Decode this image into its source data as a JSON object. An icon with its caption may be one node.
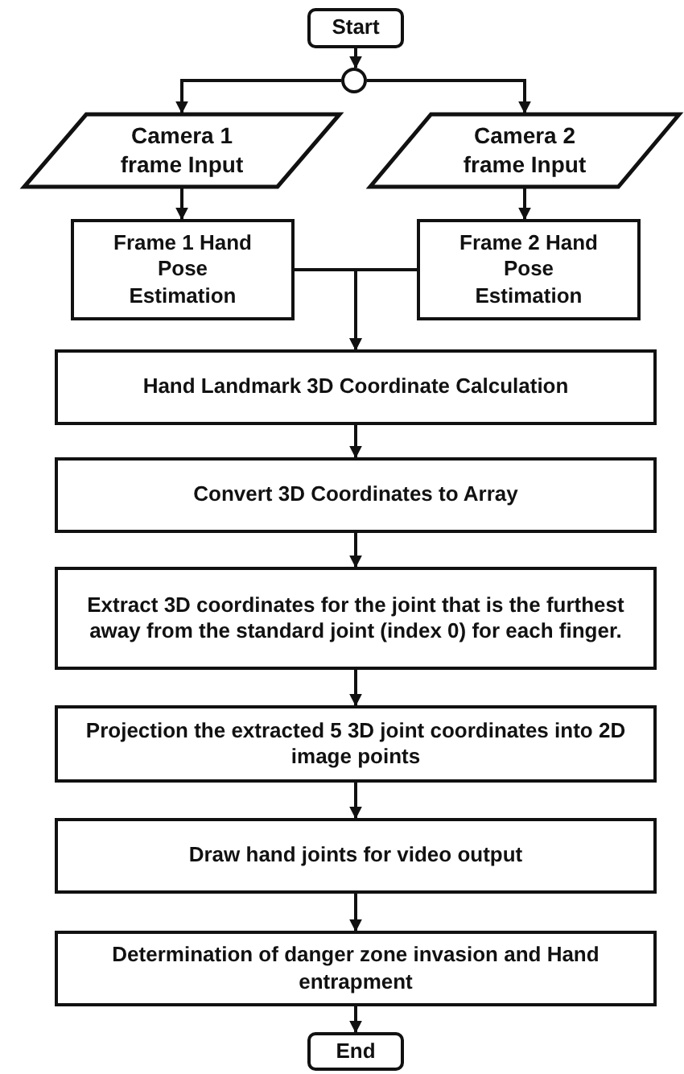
{
  "diagram": {
    "nodes": [
      {
        "text": [
          "Start"
        ]
      },
      {
        "text": [],
        "shape": "circle"
      },
      {
        "text": [
          "Camera 1 frame Input"
        ]
      },
      {
        "text": [
          "Camera 2 frame Input"
        ]
      },
      {
        "text": [
          "Frame 1 Hand Pose Estimation"
        ]
      },
      {
        "text": [
          "Frame 2 Hand Pose Estimation"
        ]
      },
      {
        "text": [
          "Hand Landmark 3D Coordinate Calculation"
        ]
      },
      {
        "text": [
          "Convert 3D Coordinates to Array"
        ]
      },
      {
        "text": [
          "Extract 3D coordinates for the joint that is the furthest away from the standard joint (index 0) for each finger."
        ]
      },
      {
        "text": [
          "Projection the extracted 5 3D joint coordinates into 2D image points"
        ]
      },
      {
        "text": [
          "Draw hand joints for video output"
        ]
      },
      {
        "text": [
          "Determination of danger zone invasion and Hand entrapment"
        ]
      },
      {
        "text": [
          "End"
        ]
      }
    ],
    "edges": [
      {
        "from": 0,
        "to": 1,
        "arrow": "to"
      },
      {
        "from": 1,
        "to": 2,
        "arrow": "to"
      },
      {
        "from": 1,
        "to": 3,
        "arrow": "to"
      },
      {
        "from": 2,
        "to": 4,
        "arrow": "to"
      },
      {
        "from": 3,
        "to": 5,
        "arrow": "to"
      },
      {
        "from": 4,
        "to": 6,
        "arrow": "to"
      },
      {
        "from": 5,
        "to": 6,
        "arrow": "to"
      },
      {
        "from": 6,
        "to": 7,
        "arrow": "to"
      },
      {
        "from": 7,
        "to": 8,
        "arrow": "to"
      },
      {
        "from": 8,
        "to": 9,
        "arrow": "to"
      },
      {
        "from": 9,
        "to": 10,
        "arrow": "to"
      },
      {
        "from": 10,
        "to": 11,
        "arrow": "to"
      },
      {
        "from": 11,
        "to": 12,
        "arrow": "to"
      }
    ]
  }
}
